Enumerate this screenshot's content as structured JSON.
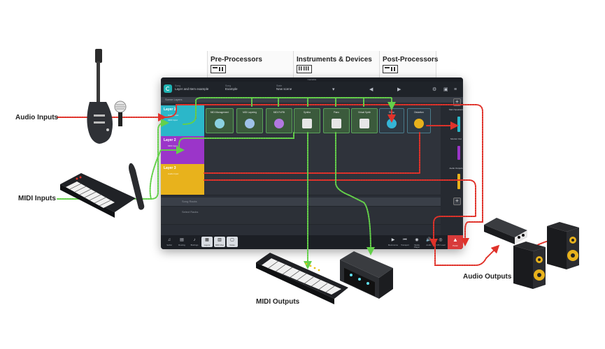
{
  "labels": {
    "audio_inputs": "Audio Inputs",
    "midi_inputs": "MIDI Inputs",
    "audio_outputs": "Audio Outputs",
    "midi_outputs": "MIDI Outputs"
  },
  "sections": [
    {
      "title": "Pre-Processors"
    },
    {
      "title": "Instruments & Devices"
    },
    {
      "title": "Post-Processors"
    }
  ],
  "app": {
    "window_title": "Cantabile",
    "setlist": {
      "caption": "Song",
      "value": "Layer and Item example"
    },
    "song": {
      "caption": "Song",
      "value": "Example"
    },
    "state": {
      "caption": "State",
      "value": "New scene"
    },
    "song_bar": "Scene Layers",
    "layers": [
      {
        "name": "Layer 1",
        "sub1": "Audio Input",
        "sub2": "MIDI Input",
        "color": "#2bb7c9"
      },
      {
        "name": "Layer 2",
        "sub1": "MIDI Input",
        "color": "#9b35c9"
      },
      {
        "name": "Layer 3",
        "sub1": "Audio Input",
        "color": "#e8b21c"
      }
    ],
    "plugins": [
      {
        "name": "MIDI Management",
        "kind": "pre",
        "accent": "#8ad0e0"
      },
      {
        "name": "MIDI Layering",
        "kind": "pre",
        "accent": "#9ec1e8"
      },
      {
        "name": "MIDI Fx/Filt",
        "kind": "pre",
        "accent": "#b278e0"
      },
      {
        "name": "Syntha",
        "kind": "inst",
        "accent": "#e6e6e6"
      },
      {
        "name": "Piano",
        "kind": "inst",
        "accent": "#e6e6e6"
      },
      {
        "name": "Virtual Synth",
        "kind": "inst",
        "accent": "#e6e6e6"
      },
      {
        "name": "Echo",
        "kind": "post",
        "accent": "#35b5d6"
      },
      {
        "name": "Distortion",
        "kind": "post",
        "accent": "#e8b21c"
      }
    ],
    "right_outputs": [
      "Main Speakers",
      "Monitor Out",
      "Audio Outputs"
    ],
    "extra_rows": [
      "Song Racks",
      "Select Racks"
    ],
    "bottom_buttons": [
      {
        "label": "Setlist",
        "icon": "♫"
      },
      {
        "label": "Routing",
        "icon": "▤"
      },
      {
        "label": "Bindings",
        "icon": "♪"
      },
      {
        "label": "Layers",
        "icon": "▦",
        "selected": true
      },
      {
        "label": "MIDI Mon",
        "icon": "▥",
        "selected": true
      },
      {
        "label": "Notes",
        "icon": "▢",
        "selected": true
      }
    ],
    "bottom_right": [
      {
        "label": "Metronome",
        "icon": "▶"
      },
      {
        "label": "Transport",
        "icon": "⏮"
      },
      {
        "label": "Media Player",
        "icon": "◉"
      },
      {
        "label": "Audio",
        "icon": "🔊"
      },
      {
        "label": "CPU Load",
        "icon": "◎"
      }
    ],
    "panic": "Panic"
  },
  "colors": {
    "audio": "#e0322a",
    "midi": "#64d04a",
    "teal": "#2bb7c9",
    "purple": "#9b35c9",
    "yellow": "#e8b21c"
  }
}
